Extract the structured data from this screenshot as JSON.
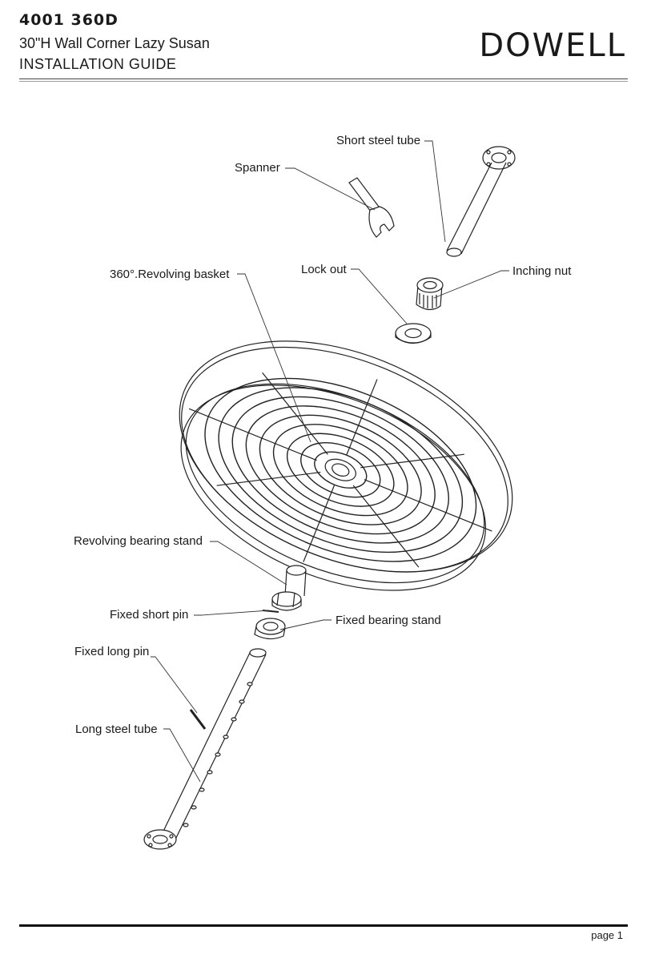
{
  "header": {
    "model": "4001 360D",
    "title": "30\"H Wall Corner Lazy Susan",
    "subtitle": "INSTALLATION GUIDE",
    "brand": "DOWELL"
  },
  "parts": {
    "short_steel_tube": "Short steel tube",
    "spanner": "Spanner",
    "revolving_basket": "360°.Revolving basket",
    "lock_out": "Lock out",
    "inching_nut": "Inching nut",
    "revolving_bearing_stand": "Revolving bearing stand",
    "fixed_short_pin": "Fixed short pin",
    "fixed_bearing_stand": "Fixed bearing stand",
    "fixed_long_pin": "Fixed long pin",
    "long_steel_tube": "Long steel tube"
  },
  "footer": {
    "page": "page 1"
  }
}
